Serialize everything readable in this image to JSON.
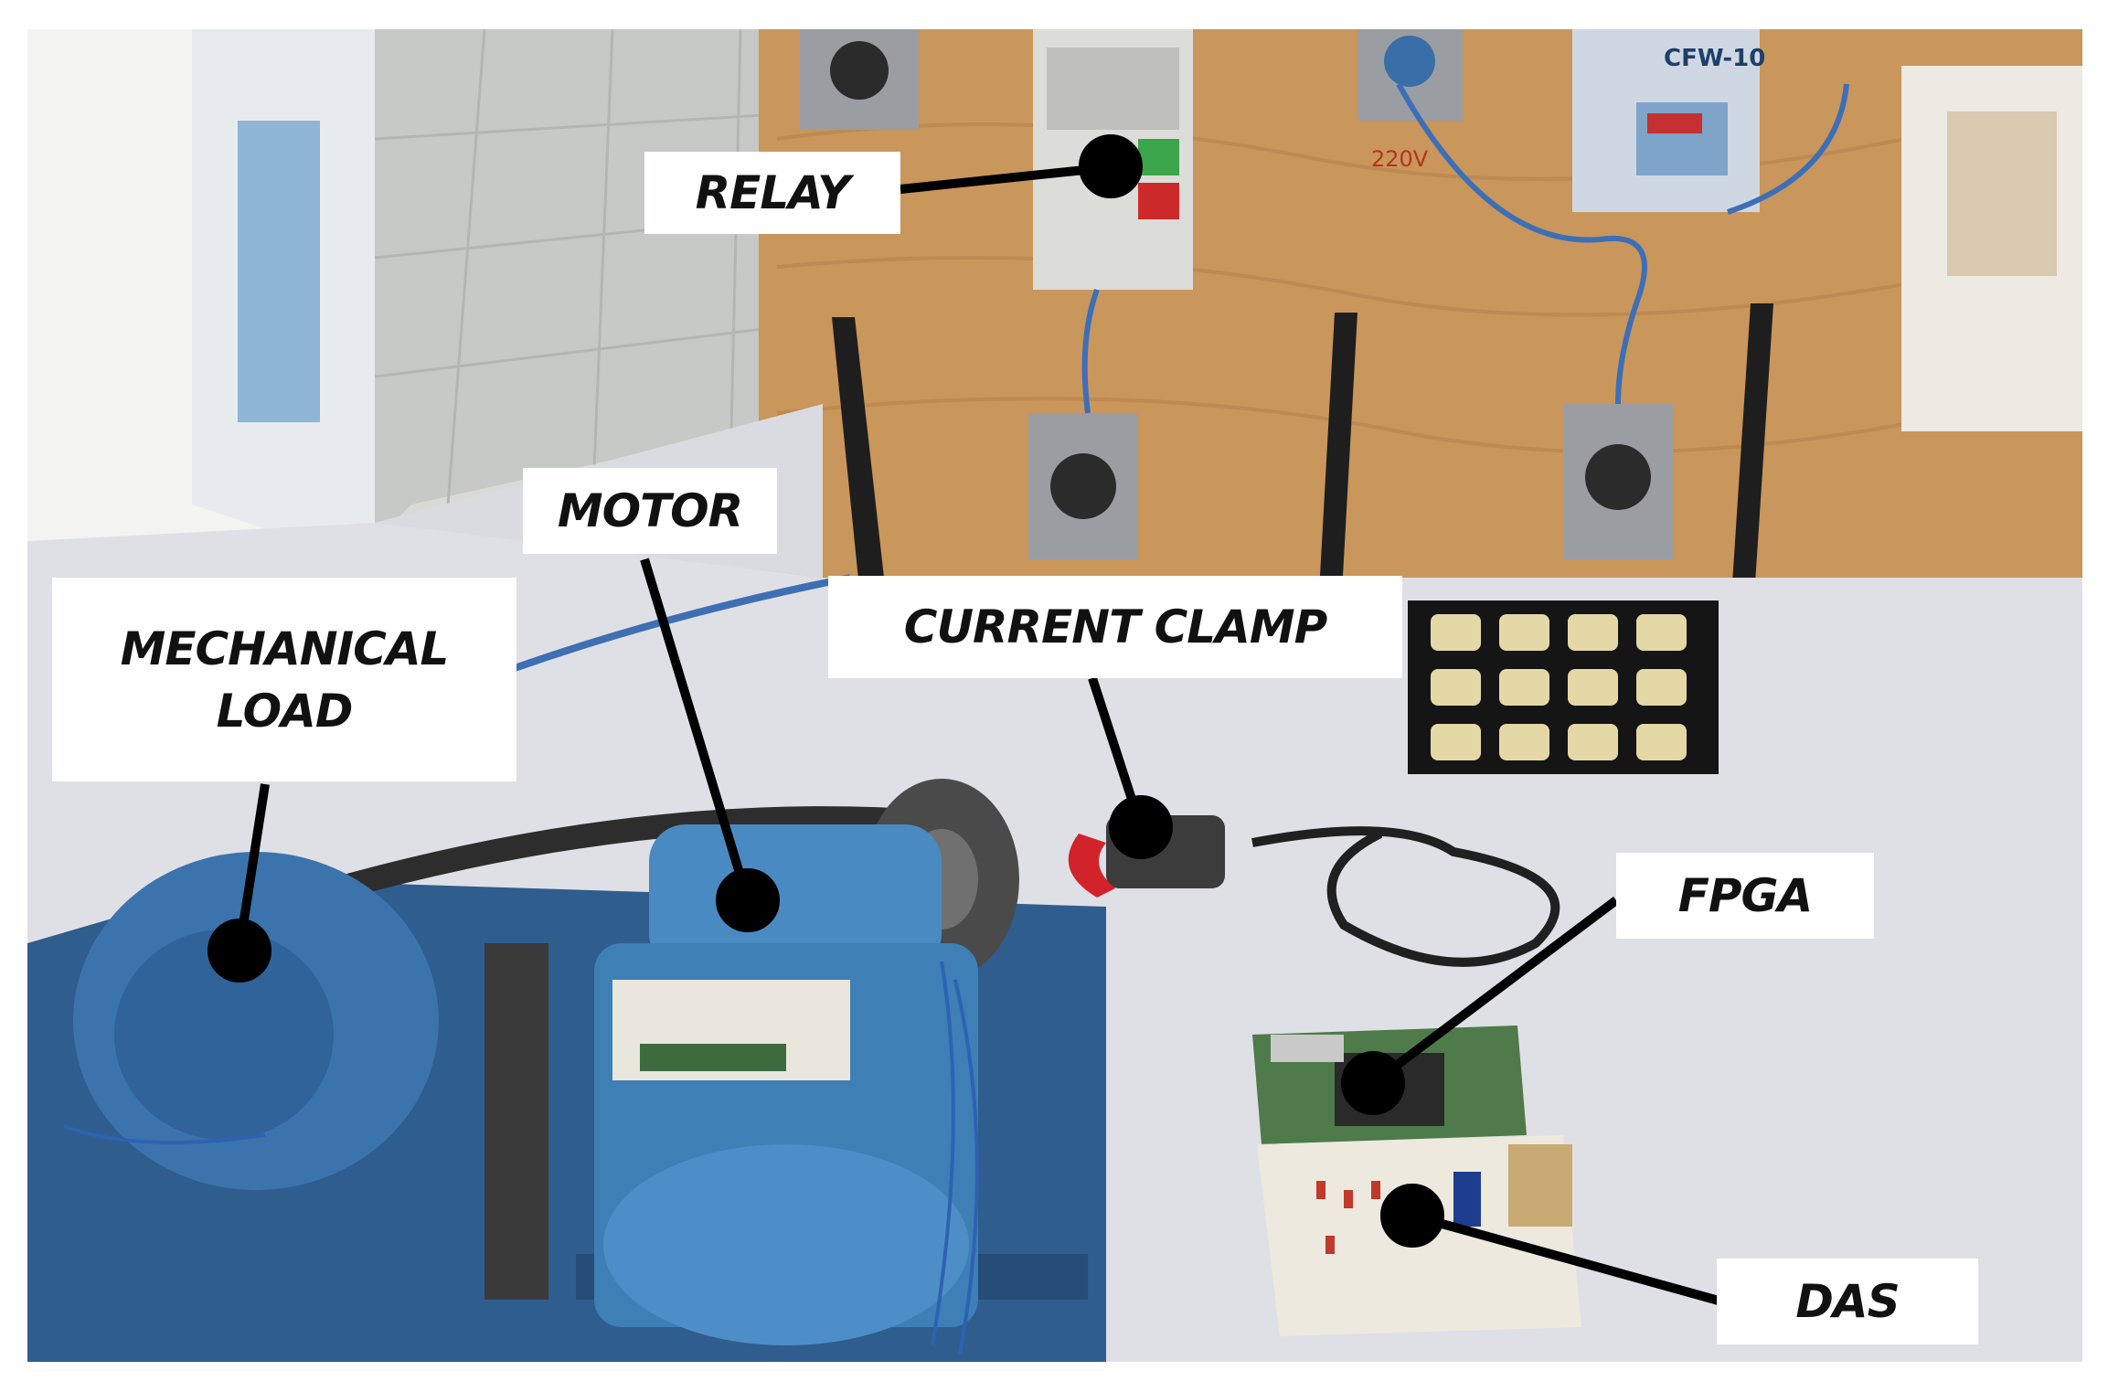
{
  "labels": {
    "relay": "RELAY",
    "motor": "MOTOR",
    "mechanical_load": "MECHANICAL\nLOAD",
    "current_clamp": "CURRENT CLAMP",
    "fpga": "FPGA",
    "das": "DAS"
  },
  "panel": {
    "voltage_marking": "220V",
    "drive_brand": "CFW-10"
  },
  "colors": {
    "wood_panel": "#c9965c",
    "table_surface": "#dfe0e6",
    "motor_blue": "#3e7fb6",
    "load_blue": "#3b74ad",
    "base_plate": "#2f5d8e",
    "clamp_red": "#d2232a",
    "pcb_green": "#4f7a4a",
    "label_bg": "#ffffff",
    "leader_line": "#000000"
  }
}
